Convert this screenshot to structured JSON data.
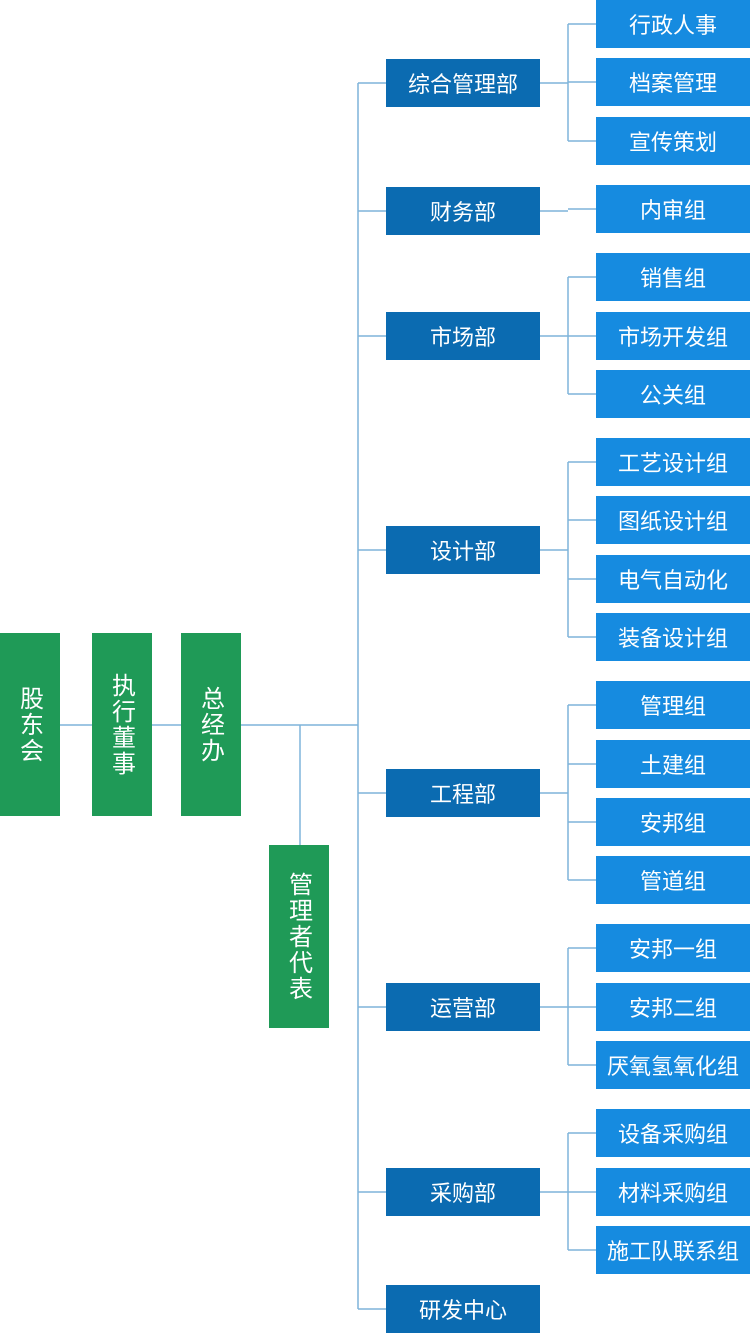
{
  "colors": {
    "green": "#1f9a57",
    "dept_blue": "#0b6bb1",
    "group_blue": "#168be0",
    "line": "#7fb4da"
  },
  "org": {
    "shareholders": "股东会",
    "executive_director": "执行董事",
    "general_manager": "总经办",
    "management_rep": "管理者代表",
    "departments": [
      {
        "name": "综合管理部",
        "groups": [
          "行政人事",
          "档案管理",
          "宣传策划"
        ]
      },
      {
        "name": "财务部",
        "groups": [
          "内审组"
        ]
      },
      {
        "name": "市场部",
        "groups": [
          "销售组",
          "市场开发组",
          "公关组"
        ]
      },
      {
        "name": "设计部",
        "groups": [
          "工艺设计组",
          "图纸设计组",
          "电气自动化",
          "装备设计组"
        ]
      },
      {
        "name": "工程部",
        "groups": [
          "管理组",
          "土建组",
          "安邦组",
          "管道组"
        ]
      },
      {
        "name": "运营部",
        "groups": [
          "安邦一组",
          "安邦二组",
          "厌氧氢氧化组"
        ]
      },
      {
        "name": "采购部",
        "groups": [
          "设备采购组",
          "材料采购组",
          "施工队联系组"
        ]
      },
      {
        "name": "研发中心",
        "groups": []
      }
    ]
  }
}
